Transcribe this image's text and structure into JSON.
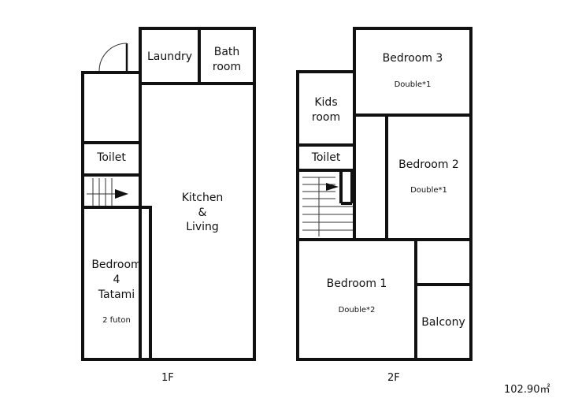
{
  "floors": {
    "f1": {
      "label": "1F",
      "rooms": {
        "laundry": "Laundry",
        "bath_line1": "Bath",
        "bath_line2": "room",
        "toilet": "Toilet",
        "kitchen_line1": "Kitchen",
        "kitchen_line2": "&",
        "kitchen_line3": "Living",
        "bedroom4_line1": "Bedroom",
        "bedroom4_line2": "4",
        "bedroom4_line3": "Tatami",
        "bedroom4_bed": "2 futon"
      }
    },
    "f2": {
      "label": "2F",
      "rooms": {
        "bedroom3": "Bedroom 3",
        "bedroom3_bed": "Double*1",
        "kids_line1": "Kids",
        "kids_line2": "room",
        "toilet": "Toilet",
        "bedroom2": "Bedroom 2",
        "bedroom2_bed": "Double*1",
        "bedroom1": "Bedroom 1",
        "bedroom1_bed": "Double*2",
        "balcony": "Balcony"
      }
    }
  },
  "total_area": "102.90㎡"
}
